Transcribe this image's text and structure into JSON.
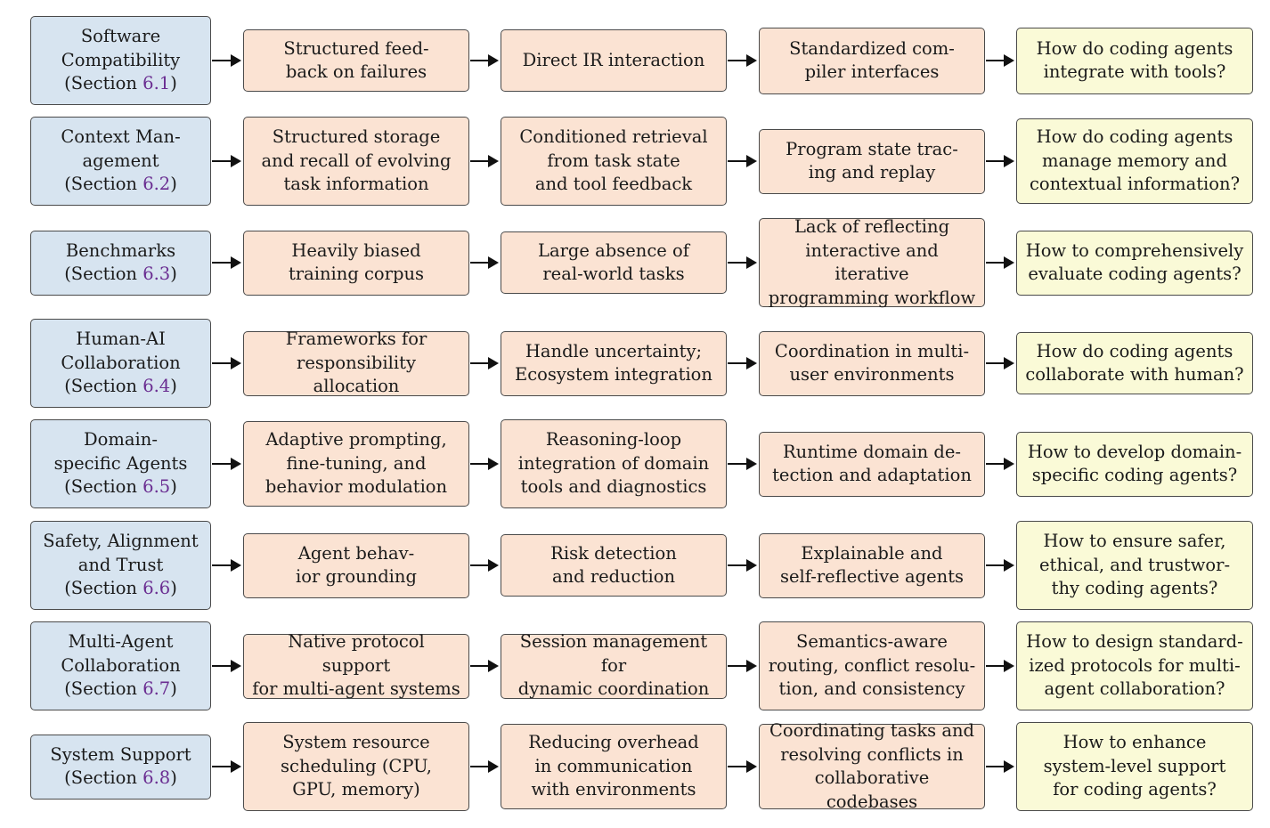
{
  "rows": [
    {
      "area": "Software\nCompatibility",
      "section_prefix": "(Section ",
      "section_num": "6.1",
      "section_suffix": ")",
      "steps": [
        "Structured feed-\nback on failures",
        "Direct IR interaction",
        "Standardized com-\npiler interfaces"
      ],
      "question": "How do coding agents\nintegrate with tools?"
    },
    {
      "area": "Context Man-\nagement",
      "section_prefix": "(Section ",
      "section_num": "6.2",
      "section_suffix": ")",
      "steps": [
        "Structured storage\nand recall of evolving\ntask information",
        "Conditioned retrieval\nfrom task state\nand tool feedback",
        "Program state trac-\ning and replay"
      ],
      "question": "How do coding agents\nmanage memory and\ncontextual information?"
    },
    {
      "area": "Benchmarks",
      "section_prefix": "(Section ",
      "section_num": "6.3",
      "section_suffix": ")",
      "steps": [
        "Heavily biased\ntraining corpus",
        "Large absence of\nreal-world tasks",
        "Lack of reflecting\ninteractive and iterative\nprogramming workflow"
      ],
      "question": "How to comprehensively\nevaluate coding agents?"
    },
    {
      "area": "Human-AI\nCollaboration",
      "section_prefix": "(Section ",
      "section_num": "6.4",
      "section_suffix": ")",
      "steps": [
        "Frameworks for\nresponsibility allocation",
        "Handle uncertainty;\nEcosystem integration",
        "Coordination in multi-\nuser environments"
      ],
      "question": "How do coding agents\ncollaborate with human?"
    },
    {
      "area": "Domain-\nspecific Agents",
      "section_prefix": "(Section ",
      "section_num": "6.5",
      "section_suffix": ")",
      "steps": [
        "Adaptive prompting,\nfine-tuning, and\nbehavior modulation",
        "Reasoning-loop\nintegration of domain\ntools and diagnostics",
        "Runtime domain de-\ntection and adaptation"
      ],
      "question": "How to develop domain-\nspecific coding agents?"
    },
    {
      "area": "Safety, Alignment\nand Trust",
      "section_prefix": "(Section ",
      "section_num": "6.6",
      "section_suffix": ")",
      "steps": [
        "Agent behav-\nior grounding",
        "Risk detection\nand reduction",
        "Explainable and\nself-reflective agents"
      ],
      "question": "How to ensure safer,\nethical, and trustwor-\nthy coding agents?"
    },
    {
      "area": "Multi-Agent\nCollaboration",
      "section_prefix": "(Section ",
      "section_num": "6.7",
      "section_suffix": ")",
      "steps": [
        "Native protocol support\nfor multi-agent systems",
        "Session management for\ndynamic coordination",
        "Semantics-aware\nrouting, conflict resolu-\ntion, and consistency"
      ],
      "question": "How to design standard-\nized protocols for multi-\nagent collaboration?"
    },
    {
      "area": "System Support",
      "section_prefix": "(Section ",
      "section_num": "6.8",
      "section_suffix": ")",
      "steps": [
        "System resource\nscheduling (CPU,\nGPU, memory)",
        "Reducing overhead\nin communication\nwith environments",
        "Coordinating tasks and\nresolving conflicts in\ncollaborative codebases"
      ],
      "question": "How to enhance\nsystem-level support\nfor coding agents?"
    }
  ]
}
